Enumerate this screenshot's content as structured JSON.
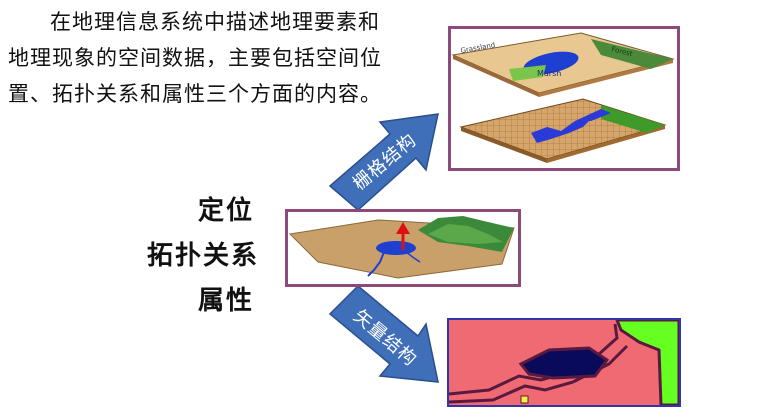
{
  "intro_text": "在地理信息系统中描述地理要素和地理现象的空间数据，主要包括空间位置、拓扑关系和属性三个方面的内容。",
  "attributes": {
    "position": "定位",
    "topology": "拓扑关系",
    "property": "属性"
  },
  "arrows": {
    "raster": "栅格结构",
    "vector": "矢量结构"
  },
  "colors": {
    "arrow_fill": "#3f6fb8",
    "frame_border": "#8b4a7a",
    "vector_bg": "#f06a74",
    "vector_lake": "#0a0a5a",
    "vector_green": "#66ff22"
  }
}
